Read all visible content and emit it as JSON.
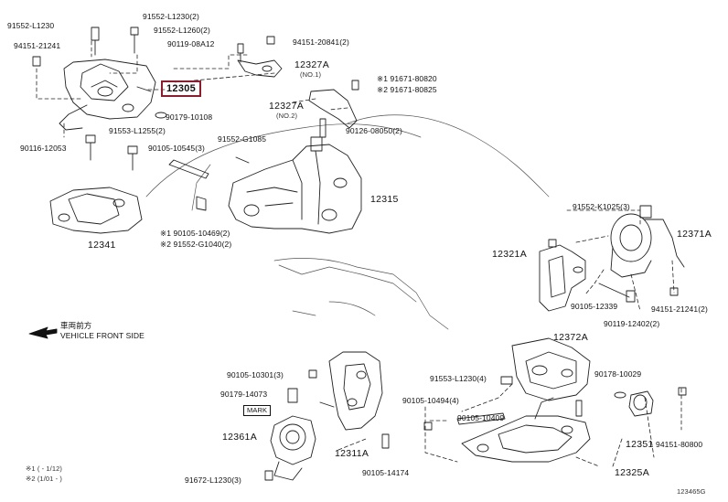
{
  "diagram": {
    "figure_number": "123465G",
    "highlight_part": "12305",
    "highlight_color": "#8b1d2e",
    "orientation_note": {
      "japanese": "車両前方",
      "english": "VEHICLE FRONT SIDE"
    },
    "footnotes": [
      "※1 (     - 1/12)",
      "※2 (1/01 -      )"
    ],
    "mark_label": "MARK",
    "assemblies": [
      "12305",
      "12327A",
      "12327A",
      "12315",
      "12341",
      "12321A",
      "12371A",
      "12372A",
      "12311A",
      "12361A",
      "12351",
      "12325A"
    ],
    "sub_notes": [
      "(NO.1)",
      "(NO.2)"
    ],
    "part_numbers": [
      "91552-L1230",
      "91552-L1230(2)",
      "91552-L1260(2)",
      "94151-21241",
      "90119-08A12",
      "94151-20841(2)",
      "※1 91671-80820",
      "※2 91671-80825",
      "90179-10108",
      "91553-L1255(2)",
      "90116-12053",
      "90126-08050(2)",
      "90105-10545(3)",
      "91552-G1085",
      "※1 90105-10469(2)",
      "※2 91552-G1040(2)",
      "91552-K1025(3)",
      "90105-12339",
      "90119-12402(2)",
      "94151-21241(2)",
      "90105-10301(3)",
      "90179-14073",
      "91553-L1230(4)",
      "90178-10029",
      "90105-10494(4)",
      "90105-10409",
      "94151-80800",
      "90105-14174",
      "91672-L1230(3)"
    ]
  }
}
